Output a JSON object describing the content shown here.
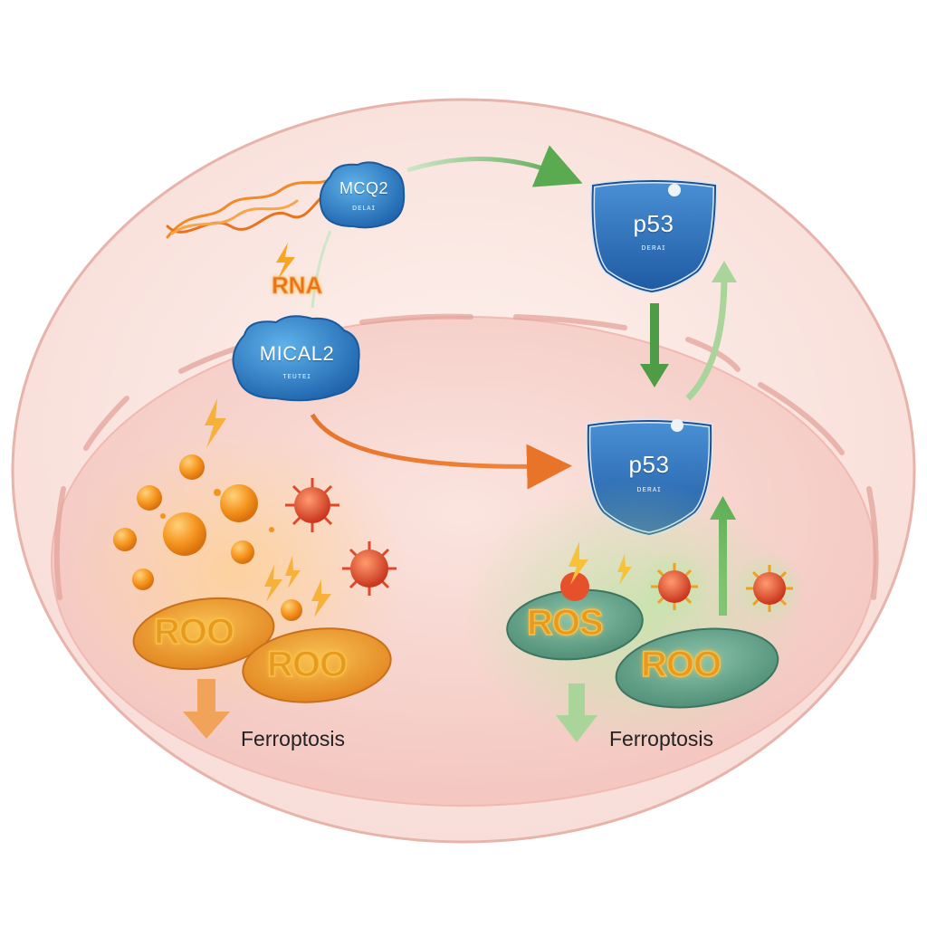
{
  "labels": {
    "mcq2": "MCQ2",
    "mcq2_sub": "ᴅᴇʟᴀɪ",
    "rna": "RNA",
    "mical2": "MICAL2",
    "mical2_sub": "ᴛᴇᴜᴛᴇɪ",
    "p53_top": "p53",
    "p53_top_sub": "ᴅᴇʀᴀɪ",
    "p53_bottom": "p53",
    "p53_bottom_sub": "ᴅᴇʀᴀɪ",
    "roo_left_1": "ROO",
    "roo_left_2": "ROO",
    "ros_right": "ROS",
    "roo_right": "ROO",
    "ferroptosis_left": "Ferroptosis",
    "ferroptosis_right": "Ferroptosis"
  },
  "colors": {
    "cell_fill": "#fbe6e2",
    "nucleus_fill": "#f8d3ce",
    "protein_blue": "#2f7fc4",
    "shield_blue": "#2a6cb4",
    "arrow_green": "#5aaa52",
    "arrow_orange": "#e8742a",
    "mito_orange": "#f29a2c",
    "mito_green": "#6aa78f",
    "droplet_orange": "#f4931e",
    "ros_red": "#e0482c"
  },
  "icons": [
    "dna-helix-icon",
    "lightning-icon",
    "shield-icon",
    "ros-radical-icon",
    "down-arrow-icon",
    "up-arrow-icon"
  ]
}
